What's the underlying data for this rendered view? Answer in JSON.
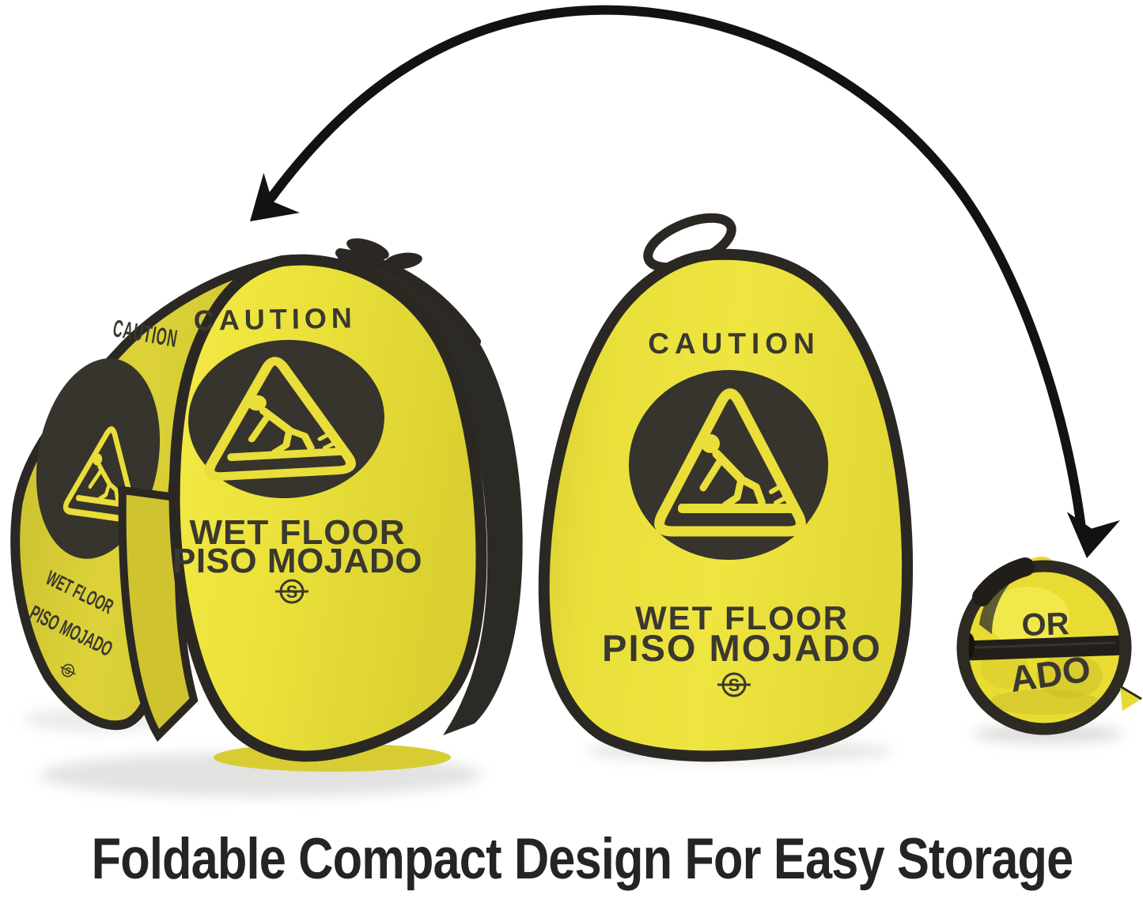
{
  "caption": "Foldable Compact Design For Easy Storage",
  "sign_text": {
    "caution": "CAUTION",
    "wet_floor": "WET FLOOR",
    "piso_mojado": "PISO MOJADO",
    "logo_letter": "S"
  },
  "folded_sign": {
    "fragment_top": "OR",
    "fragment_bottom": "ADO"
  },
  "colors": {
    "background": "#ffffff",
    "fabric_yellow": "#ece23a",
    "fabric_yellow_dark": "#cfc42f",
    "icon_yellow": "#e9de3a",
    "disc_yellow": "#e8dc33",
    "print_dark": "#3a382f",
    "badge_dark": "#36342c",
    "trim_black": "#2b2824",
    "arrow_black": "#121212",
    "caption_color": "#242426"
  }
}
